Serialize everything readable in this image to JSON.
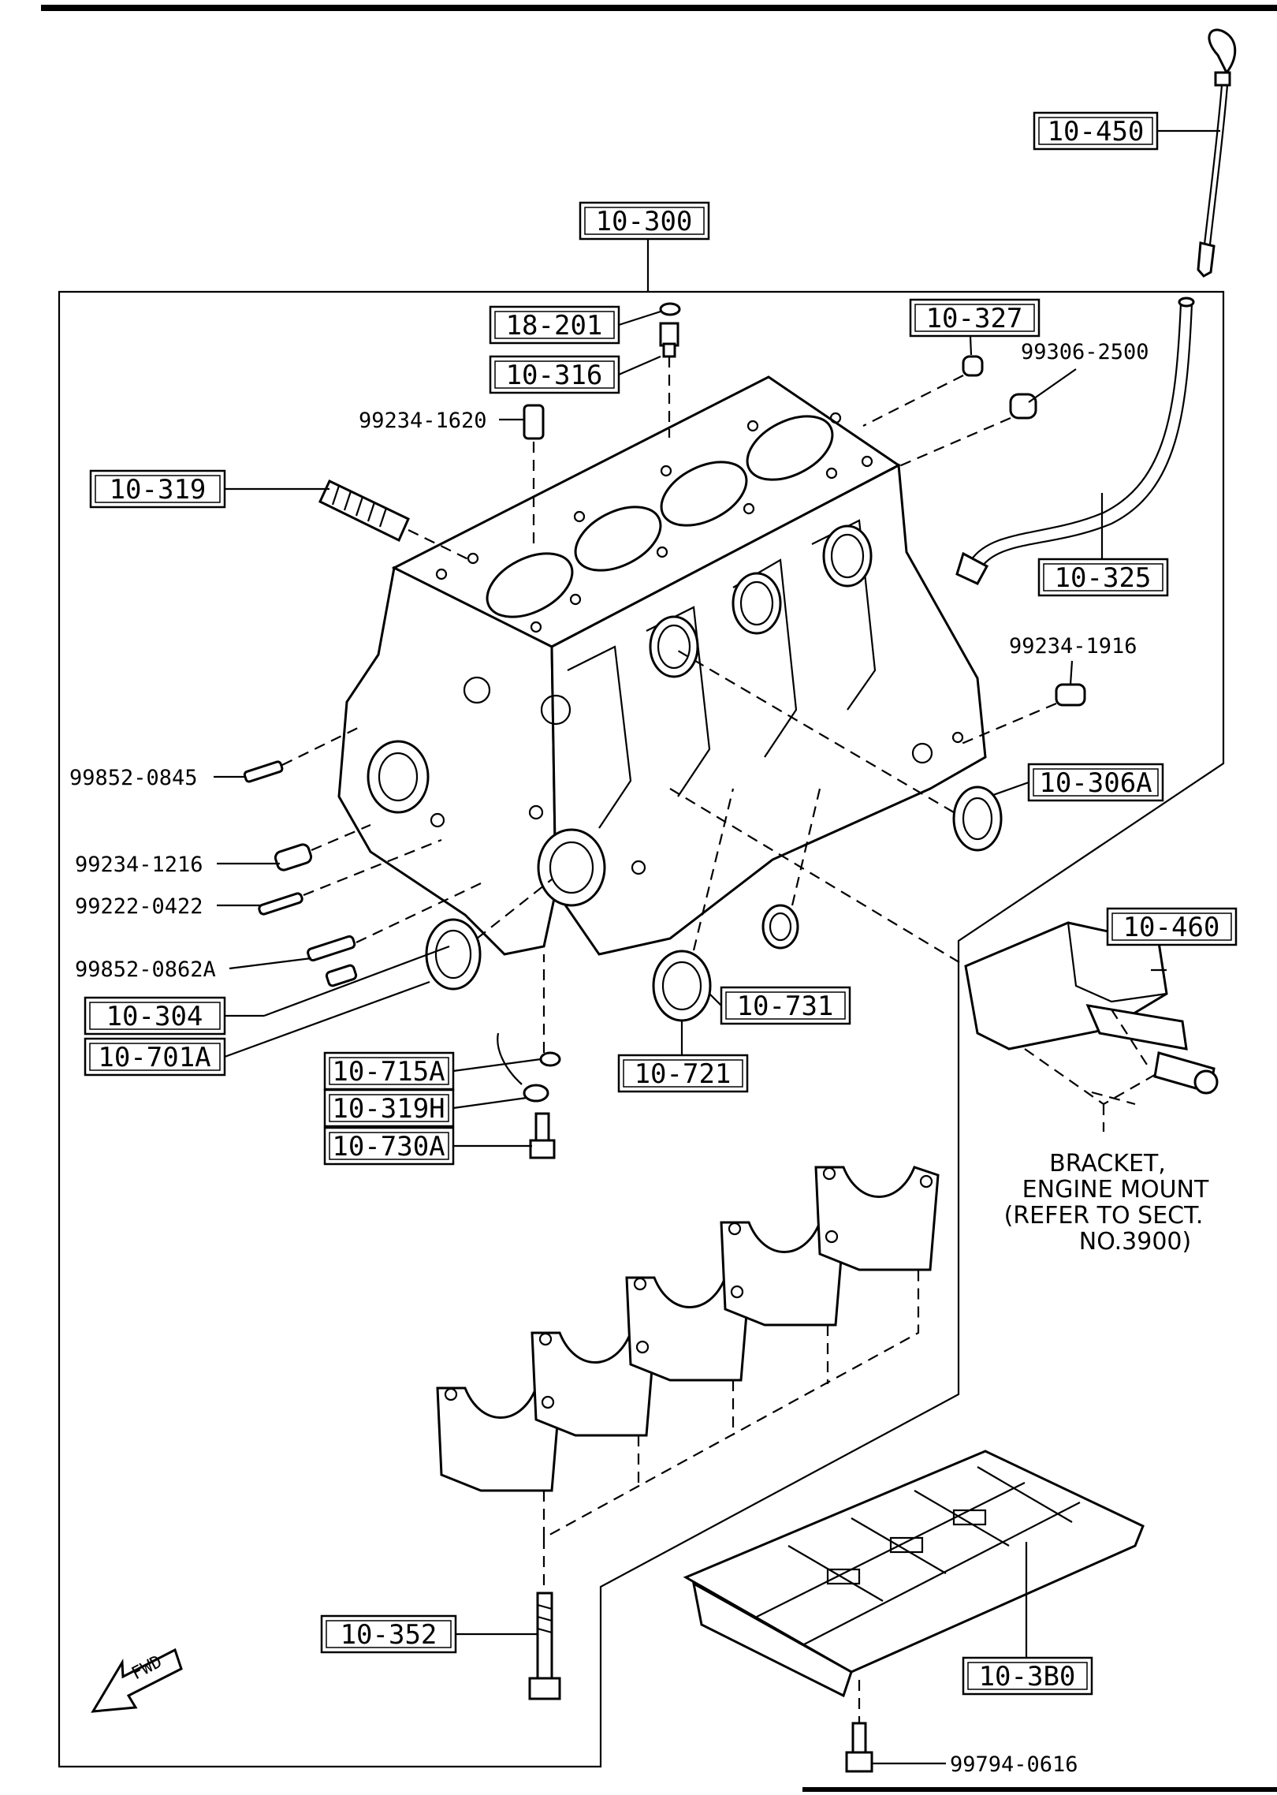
{
  "callouts": {
    "c10_450": "10-450",
    "c10_300": "10-300",
    "c18_201": "18-201",
    "c10_316": "10-316",
    "c10_327": "10-327",
    "c10_319": "10-319",
    "c10_325": "10-325",
    "c10_306A": "10-306A",
    "c10_460": "10-460",
    "c10_304": "10-304",
    "c10_701A": "10-701A",
    "c10_731": "10-731",
    "c10_721": "10-721",
    "c10_715A": "10-715A",
    "c10_319H": "10-319H",
    "c10_730A": "10-730A",
    "c10_352": "10-352",
    "c10_3B0": "10-3B0"
  },
  "part_numbers": {
    "p99306_2500": "99306-2500",
    "p99234_1620": "99234-1620",
    "p99234_1916": "99234-1916",
    "p99852_0845": "99852-0845",
    "p99234_1216": "99234-1216",
    "p99222_0422": "99222-0422",
    "p99852_0862A": "99852-0862A",
    "p99794_0616": "99794-0616"
  },
  "note": {
    "line1": "BRACKET,",
    "line2": "ENGINE MOUNT",
    "line3": "(REFER TO SECT.",
    "line4": "NO.3900)"
  },
  "fwd_label": "FWD"
}
